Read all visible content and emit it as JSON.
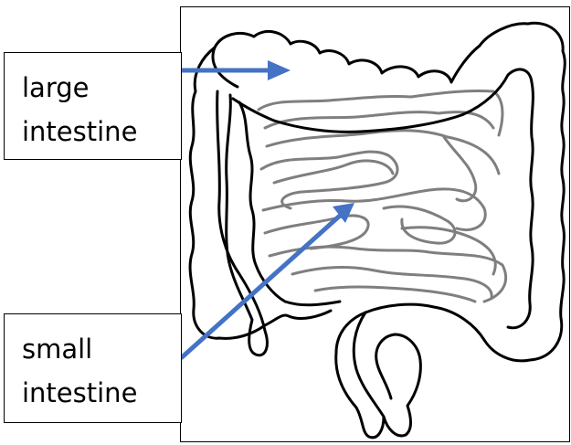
{
  "labels": {
    "large": {
      "line1": "large",
      "line2": "intestine"
    },
    "small": {
      "line1": "small",
      "line2": "intestine"
    }
  },
  "colors": {
    "arrow": "#4472C4",
    "outline": "#000000",
    "small_intestine": "#7f7f7f"
  }
}
